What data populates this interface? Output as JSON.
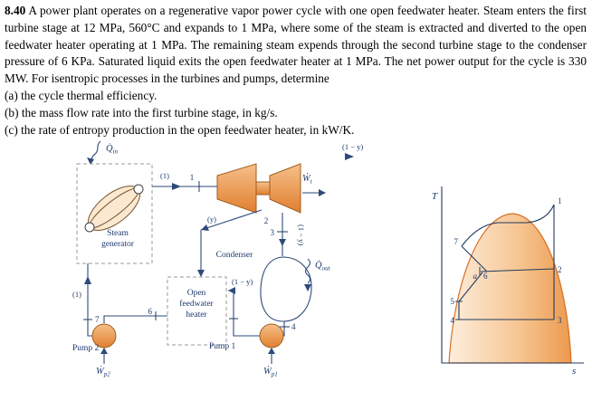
{
  "problem": {
    "number": "8.40",
    "text": "A power plant operates on a regenerative vapor power cycle with one open feedwater heater. Steam enters the first turbine stage at 12 MPa, 560°C and expands to 1 MPa, where some of the steam is extracted and diverted to the open feedwater heater operating at 1 MPa. The remaining steam expends through the second turbine stage to the condenser pressure of 6 KPa. Saturated liquid exits the open feedwater heater at 1 MPa. The net power output for the cycle is 330 MW. For isentropic processes in the turbines and pumps, determine",
    "part_a": "(a) the cycle thermal efficiency.",
    "part_b": "(b) the mass flow rate into the first turbine stage, in kg/s.",
    "part_c": "(c) the rate of entropy production in the open feedwater heater, in kW/K."
  },
  "diagram": {
    "heat_in": {
      "symbol": "Q̇",
      "sub": "in"
    },
    "heat_out": {
      "symbol": "Q̇",
      "sub": "out"
    },
    "work_turbine": {
      "symbol": "Ẇ",
      "sub": "t"
    },
    "work_pump1": {
      "symbol": "Ẇ",
      "sub": "p1"
    },
    "work_pump2": {
      "symbol": "Ẇ",
      "sub": "p2"
    },
    "steam_generator_line1": "Steam",
    "steam_generator_line2": "generator",
    "condenser": "Condenser",
    "ofwh_line1": "Open",
    "ofwh_line2": "feedwater",
    "ofwh_line3": "heater",
    "pump1": "Pump 1",
    "pump2": "Pump 2",
    "flow_full": "(1)",
    "flow_y": "(y)",
    "flow_rest": "(1 − y)",
    "state_1": "1",
    "state_2": "2",
    "state_3": "3",
    "state_4": "4",
    "state_5": "5",
    "state_6": "6",
    "state_7": "7"
  },
  "ts_diagram": {
    "y_axis": "T",
    "x_axis": "s",
    "point_a": "a"
  }
}
